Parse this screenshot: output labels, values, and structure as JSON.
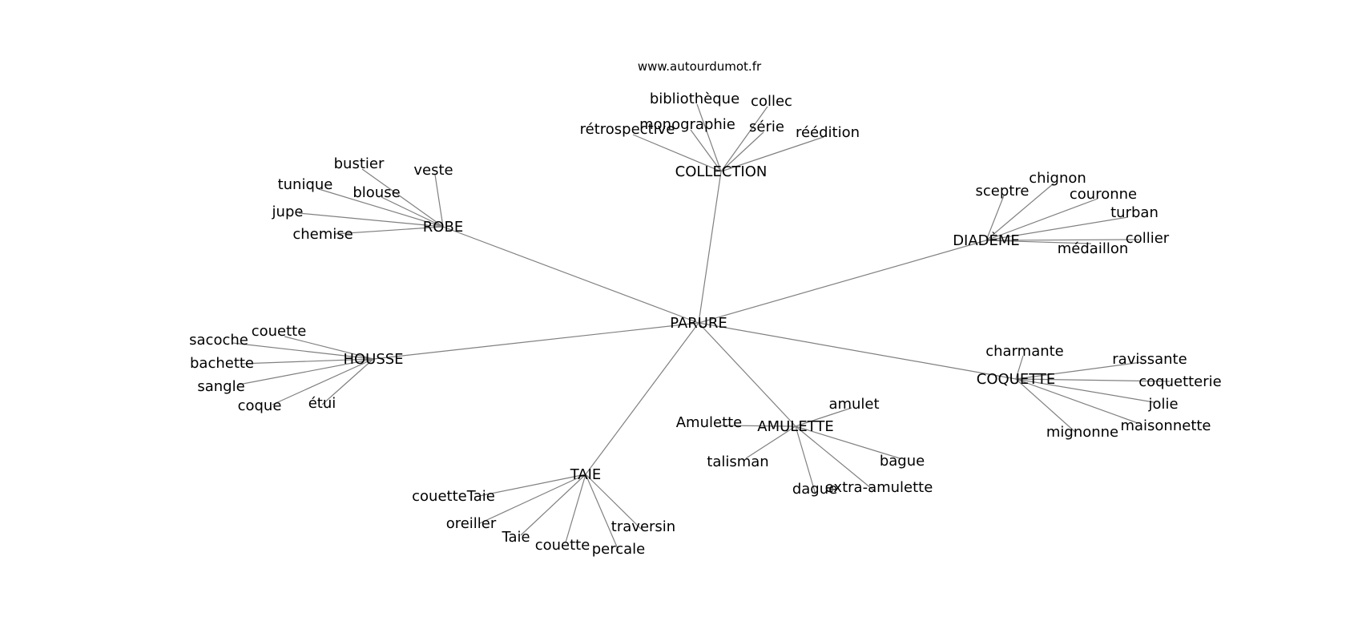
{
  "source": "www.autourdumot.fr",
  "center": "PARURE",
  "clusters": [
    {
      "id": "collection",
      "label": "COLLECTION",
      "leaves": [
        "bibliothèque",
        "collec",
        "monographie",
        "série",
        "rétrospective",
        "réédition"
      ]
    },
    {
      "id": "robe",
      "label": "ROBE",
      "leaves": [
        "bustier",
        "veste",
        "tunique",
        "blouse",
        "jupe",
        "chemise"
      ]
    },
    {
      "id": "diademe",
      "label": "DIADÈME",
      "leaves": [
        "chignon",
        "sceptre",
        "couronne",
        "turban",
        "collier",
        "médaillon"
      ]
    },
    {
      "id": "housse",
      "label": "HOUSSE",
      "leaves": [
        "couette",
        "sacoche",
        "bachette",
        "sangle",
        "coque",
        "étui"
      ]
    },
    {
      "id": "coquette",
      "label": "COQUETTE",
      "leaves": [
        "charmante",
        "ravissante",
        "coquetterie",
        "jolie",
        "maisonnette",
        "mignonne"
      ]
    },
    {
      "id": "amulette",
      "label": "AMULETTE",
      "leaves": [
        "amulet",
        "Amulette",
        "talisman",
        "bague",
        "dague",
        "extra-amulette"
      ]
    },
    {
      "id": "taie",
      "label": "TAIE",
      "leaves": [
        "couetteTaie",
        "oreiller",
        "Taie",
        "couette",
        "percale",
        "traversin"
      ]
    }
  ]
}
